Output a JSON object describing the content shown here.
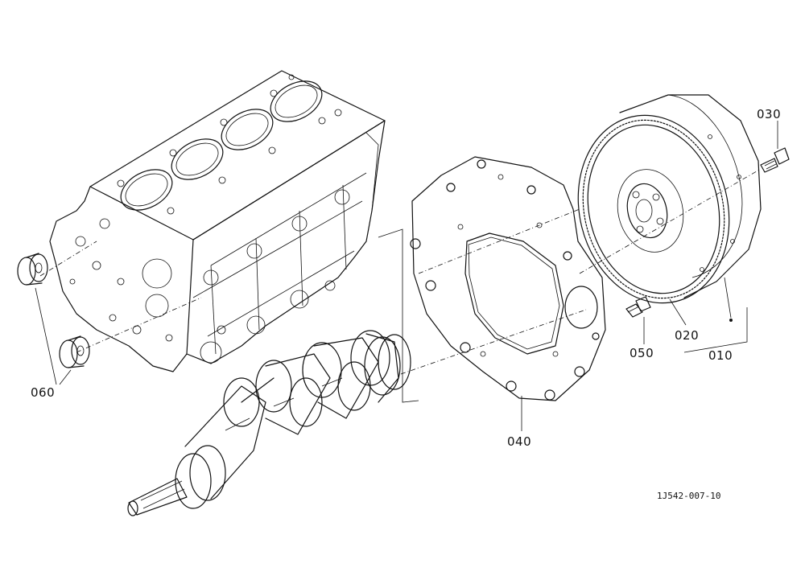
{
  "callouts": {
    "c010": "010",
    "c020": "020",
    "c030": "030",
    "c040": "040",
    "c050": "050",
    "c060": "060"
  },
  "drawing_ref": "1J542-007-10"
}
